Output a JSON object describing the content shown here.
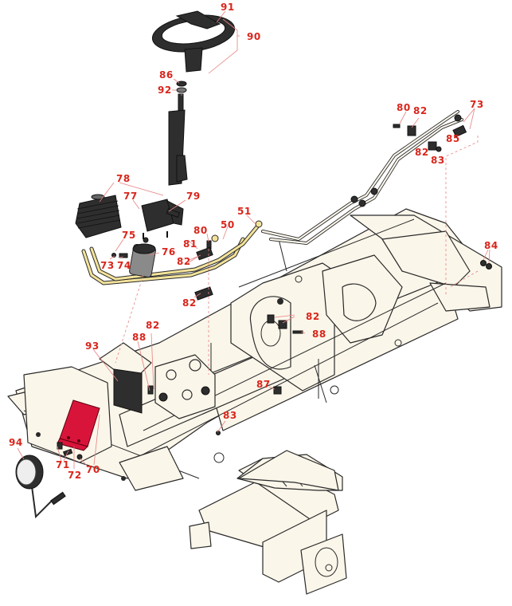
{
  "diagram": {
    "type": "exploded-parts-diagram",
    "subject": "Steering column and front frame assembly",
    "colors": {
      "callout": "#d9261c",
      "frame_fill": "#fbf6ea",
      "frame_stroke": "#2a2a2a",
      "hydraulic_line": "#f3e39a",
      "bracket_red": "#d9143a",
      "rubber_black": "#2e2e2e",
      "leader_line": "#e88080"
    },
    "callouts": [
      {
        "id": "c91a",
        "label": "91"
      },
      {
        "id": "c90",
        "label": "90"
      },
      {
        "id": "c86",
        "label": "86"
      },
      {
        "id": "c92",
        "label": "92"
      },
      {
        "id": "c80a",
        "label": "80"
      },
      {
        "id": "c82a",
        "label": "82"
      },
      {
        "id": "c73a",
        "label": "73"
      },
      {
        "id": "c85",
        "label": "85"
      },
      {
        "id": "c82b",
        "label": "82"
      },
      {
        "id": "c83a",
        "label": "83"
      },
      {
        "id": "c78",
        "label": "78"
      },
      {
        "id": "c77",
        "label": "77"
      },
      {
        "id": "c79",
        "label": "79"
      },
      {
        "id": "c51",
        "label": "51"
      },
      {
        "id": "c50",
        "label": "50"
      },
      {
        "id": "c80b",
        "label": "80"
      },
      {
        "id": "c75",
        "label": "75"
      },
      {
        "id": "c81",
        "label": "81"
      },
      {
        "id": "c76",
        "label": "76"
      },
      {
        "id": "c82c",
        "label": "82"
      },
      {
        "id": "c73b",
        "label": "73"
      },
      {
        "id": "c74",
        "label": "74"
      },
      {
        "id": "c82d",
        "label": "82"
      },
      {
        "id": "c84",
        "label": "84"
      },
      {
        "id": "c82e",
        "label": "82"
      },
      {
        "id": "c88a",
        "label": "88"
      },
      {
        "id": "c82f",
        "label": "82"
      },
      {
        "id": "c93",
        "label": "93"
      },
      {
        "id": "c88b",
        "label": "88"
      },
      {
        "id": "c87",
        "label": "87"
      },
      {
        "id": "c83b",
        "label": "83"
      },
      {
        "id": "c94",
        "label": "94"
      },
      {
        "id": "c71",
        "label": "71"
      },
      {
        "id": "c72",
        "label": "72"
      },
      {
        "id": "c70",
        "label": "70"
      }
    ]
  }
}
